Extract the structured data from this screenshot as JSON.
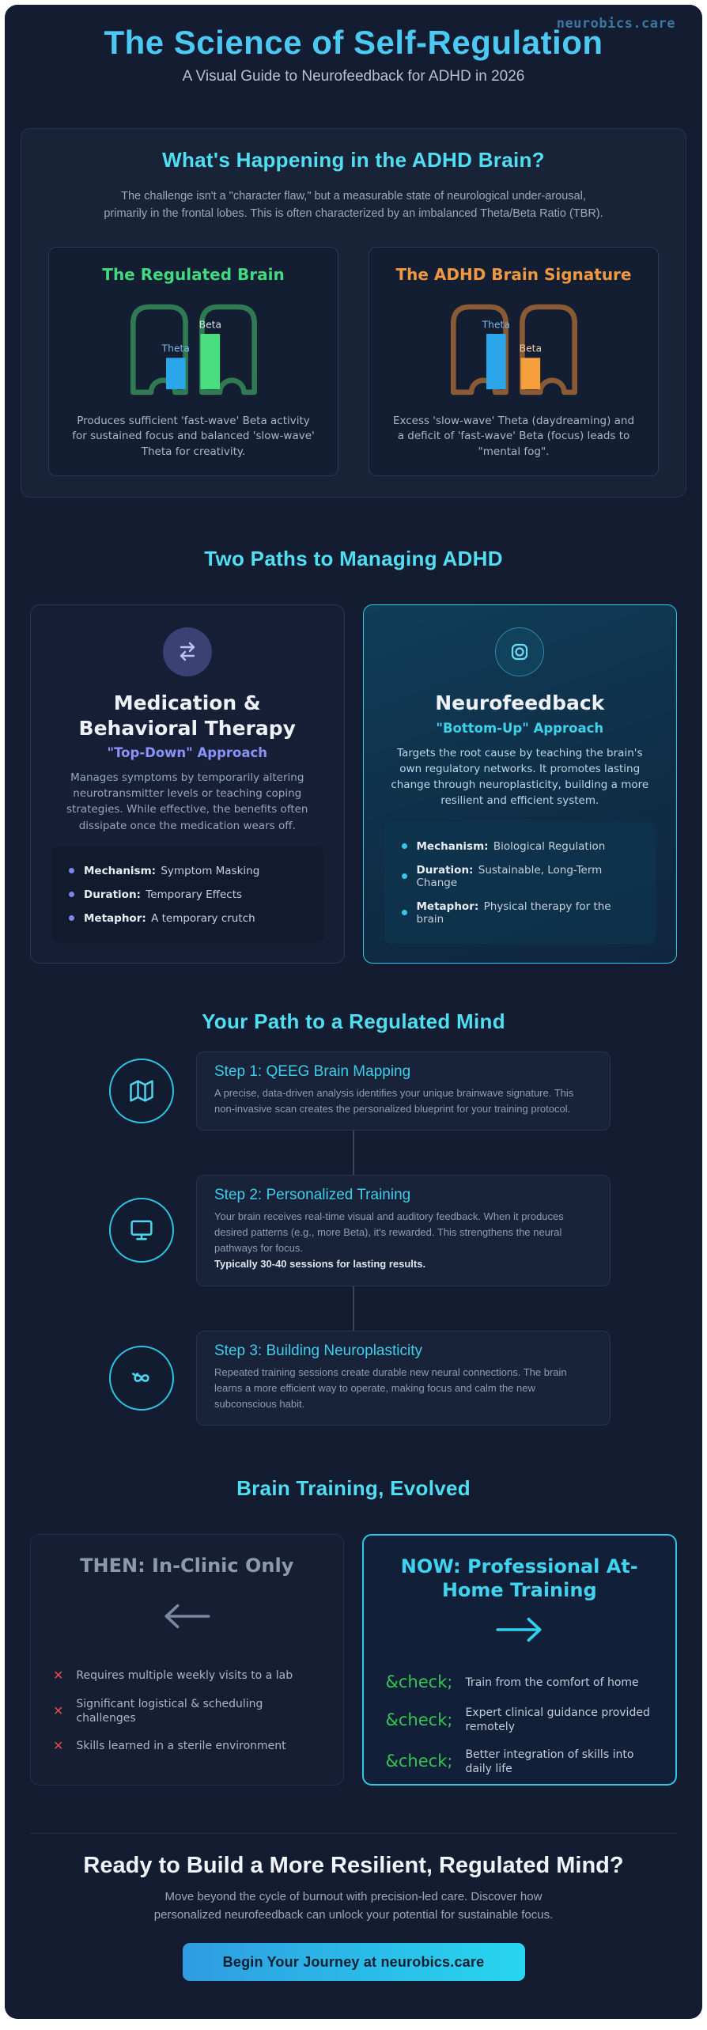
{
  "brand": "neurobics.care",
  "header": {
    "title": "The Science of Self-Regulation",
    "subtitle": "A Visual Guide to Neurofeedback for ADHD in 2026"
  },
  "section_brain": {
    "heading": "What's Happening in the ADHD Brain?",
    "intro": "The challenge isn't a \"character flaw,\" but a measurable state of neurological under-arousal, primarily in the frontal lobes. This is often characterized by an imbalanced Theta/Beta Ratio (TBR).",
    "regulated": {
      "title": "The Regulated Brain",
      "theta_label": "Theta",
      "beta_label": "Beta",
      "caption": "Produces sufficient 'fast-wave' Beta activity for sustained focus and balanced 'slow-wave' Theta for creativity."
    },
    "adhd": {
      "title": "The ADHD Brain Signature",
      "theta_label": "Theta",
      "beta_label": "Beta",
      "caption": "Excess 'slow-wave' Theta (daydreaming) and a deficit of 'fast-wave' Beta (focus) leads to \"mental fog\"."
    }
  },
  "chart_data": [
    {
      "type": "bar",
      "title": "The Regulated Brain",
      "categories": [
        "Theta",
        "Beta"
      ],
      "values": [
        30,
        62
      ]
    },
    {
      "type": "bar",
      "title": "The ADHD Brain Signature",
      "categories": [
        "Theta",
        "Beta"
      ],
      "values": [
        62,
        30
      ]
    }
  ],
  "section_paths": {
    "heading": "Two Paths to Managing ADHD",
    "medication": {
      "title": "Medication & Behavioral Therapy",
      "approach": "\"Top-Down\" Approach",
      "description": "Manages symptoms by temporarily altering neurotransmitter levels or teaching coping strategies. While effective, the benefits often dissipate once the medication wears off.",
      "items": [
        {
          "label": "Mechanism:",
          "value": "Symptom Masking"
        },
        {
          "label": "Duration:",
          "value": "Temporary Effects"
        },
        {
          "label": "Metaphor:",
          "value": "A temporary crutch"
        }
      ]
    },
    "neurofeedback": {
      "title": "Neurofeedback",
      "approach": "\"Bottom-Up\" Approach",
      "description": "Targets the root cause by teaching the brain's own regulatory networks. It promotes lasting change through neuroplasticity, building a more resilient and efficient system.",
      "items": [
        {
          "label": "Mechanism:",
          "value": "Biological Regulation"
        },
        {
          "label": "Duration:",
          "value": "Sustainable, Long-Term Change"
        },
        {
          "label": "Metaphor:",
          "value": "Physical therapy for the brain"
        }
      ]
    }
  },
  "section_steps": {
    "heading": "Your Path to a Regulated Mind",
    "steps": [
      {
        "title": "Step 1: QEEG Brain Mapping",
        "body": "A precise, data-driven analysis identifies your unique brainwave signature. This non-invasive scan creates the personalized blueprint for your training protocol."
      },
      {
        "title": "Step 2: Personalized Training",
        "body": "Your brain receives real-time visual and auditory feedback. When it produces desired patterns (e.g., more Beta), it's rewarded. This strengthens the neural pathways for focus.",
        "highlight": "Typically 30-40 sessions for lasting results."
      },
      {
        "title": "Step 3: Building Neuroplasticity",
        "body": "Repeated training sessions create durable new neural connections. The brain learns a more efficient way to operate, making focus and calm the new subconscious habit."
      }
    ]
  },
  "section_evolution": {
    "heading": "Brain Training, Evolved",
    "then": {
      "title": "THEN: In-Clinic Only",
      "marker": "✕",
      "items": [
        "Requires multiple weekly visits to a lab",
        "Significant logistical & scheduling challenges",
        "Skills learned in a sterile environment"
      ]
    },
    "now": {
      "title": "NOW: Professional At-Home Training",
      "marker": "&check;",
      "items": [
        "Train from the comfort of home",
        "Expert clinical guidance provided remotely",
        "Better integration of skills into daily life"
      ]
    }
  },
  "footer": {
    "heading": "Ready to Build a More Resilient, Regulated Mind?",
    "body": "Move beyond the cycle of burnout with precision-led care. Discover how personalized neurofeedback can unlock your potential for sustainable focus.",
    "cta": "Begin Your Journey at neurobics.care"
  },
  "colors": {
    "accent_cyan": "#22d3ee",
    "title_blue": "#4cc9f2",
    "green": "#43d97e",
    "orange": "#f09840",
    "indigo": "#818cf8",
    "theta_blue": "#2ba6ea",
    "red_x": "#e34b4b",
    "check_green": "#35c553"
  }
}
